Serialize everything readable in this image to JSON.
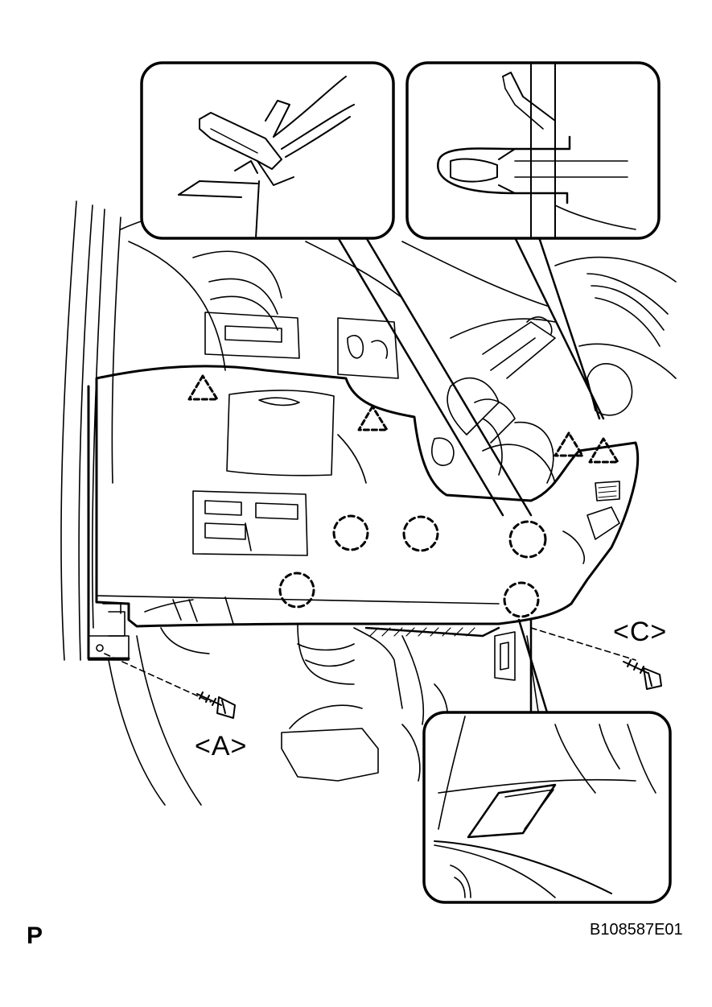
{
  "labels": {
    "callout_a": "<A>",
    "callout_c": "<C>",
    "page_marker": "P",
    "figure_code": "B108587E01"
  },
  "legend_symbols": {
    "triangle": "dashed-triangle-claw-icon",
    "circle": "dashed-circle-clip-icon"
  },
  "colors": {
    "line": "#000000",
    "background": "#ffffff"
  }
}
